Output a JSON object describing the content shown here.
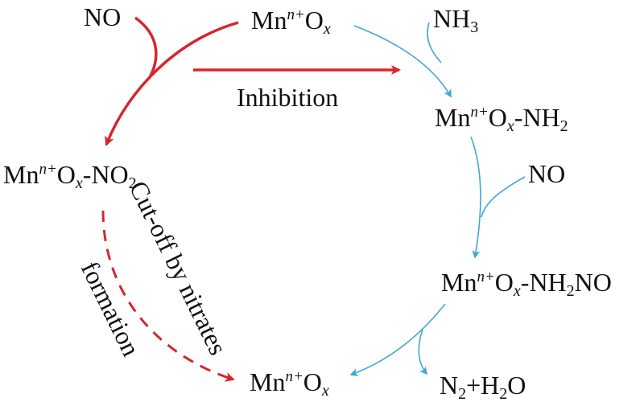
{
  "diagram": {
    "colors": {
      "red": "#d7262e",
      "blue": "#3fa6d8",
      "text": "#111111"
    },
    "top_species": {
      "base": "Mn",
      "sup": "n+",
      "o": "O",
      "sub": "x"
    },
    "reactant_no_left": "NO",
    "reactant_nh3": {
      "base": "NH",
      "sub": "3"
    },
    "inhibition_label": "Inhibition",
    "species_nh2": {
      "base": "Mn",
      "sup": "n+",
      "o": "O",
      "sub": "x",
      "tail": "-NH",
      "tail_sub": "2"
    },
    "species_no2": {
      "base": "Mn",
      "sup": "n+",
      "o": "O",
      "sub": "x",
      "tail": "-NO",
      "tail_sub": "2"
    },
    "reactant_no_right": "NO",
    "species_nh2no": {
      "base": "Mn",
      "sup": "n+",
      "o": "O",
      "sub": "x",
      "tail": "-NH",
      "tail_sub": "2",
      "tail2": "NO"
    },
    "bottom_species": {
      "base": "Mn",
      "sup": "n+",
      "o": "O",
      "sub": "x"
    },
    "products": {
      "n": "N",
      "n_sub": "2",
      "plus_h": "+H",
      "h_sub": "2",
      "o": "O"
    },
    "cutoff_label": "Cut-off by nitrates",
    "formation_label": "formation"
  }
}
